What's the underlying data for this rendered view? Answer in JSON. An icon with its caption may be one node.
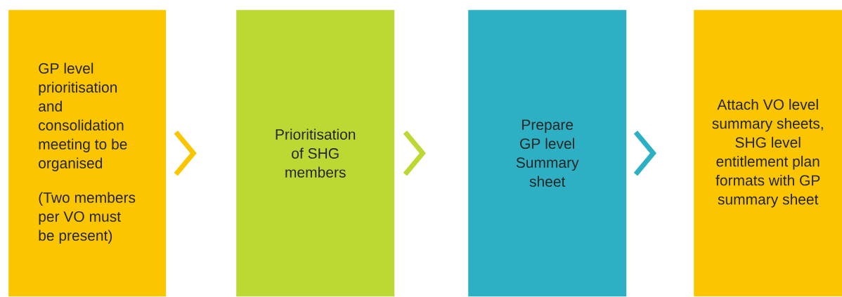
{
  "diagram": {
    "nodes": [
      {
        "text": [
          "GP level prioritisation and consolidation meeting to be organised",
          "(Two members per VO must be present)"
        ]
      },
      {
        "text": [
          "Prioritisation of SHG members"
        ]
      },
      {
        "text": [
          "Prepare GP level Summary sheet"
        ]
      },
      {
        "text": [
          "Attach VO level summary sheets, SHG level entitlement plan formats with GP summary sheet"
        ]
      }
    ],
    "edges": [
      {
        "from": 0,
        "to": 1,
        "arrow": "to",
        "color": "#fbc600"
      },
      {
        "from": 1,
        "to": 2,
        "arrow": "to",
        "color": "#bcd833"
      },
      {
        "from": 2,
        "to": 3,
        "arrow": "to",
        "color": "#2db0c3"
      }
    ]
  }
}
